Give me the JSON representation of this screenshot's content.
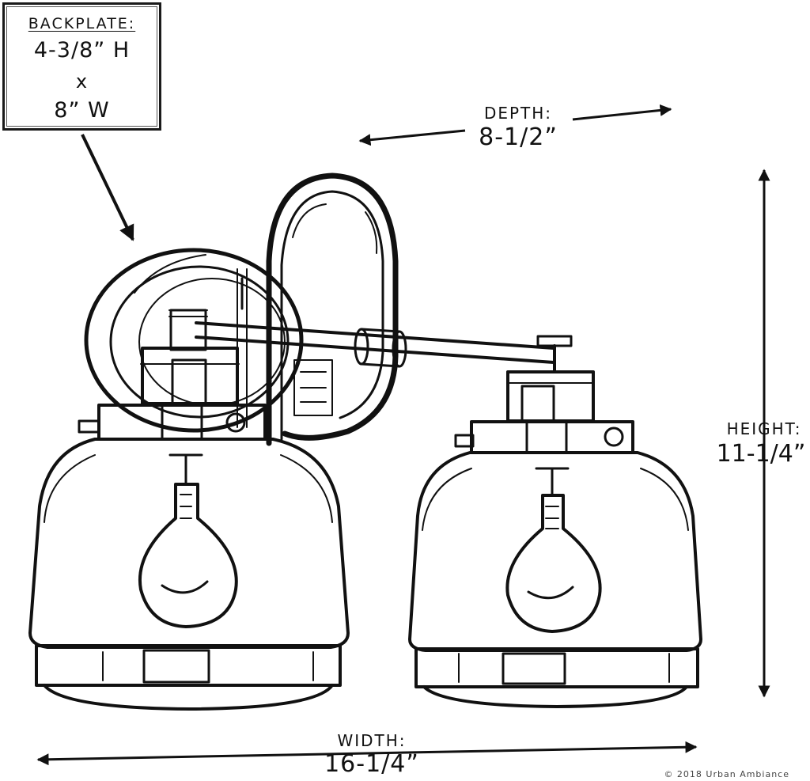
{
  "backplate": {
    "title": "BACKPLATE:",
    "height_value": "4-3/8” H",
    "times": "x",
    "width_value": "8” W"
  },
  "depth": {
    "label": "DEPTH:",
    "value": "8-1/2”"
  },
  "height": {
    "label": "HEIGHT:",
    "value": "11-1/4”"
  },
  "width": {
    "label": "WIDTH:",
    "value": "16-1/4”"
  },
  "copyright": "© 2018 Urban Ambiance",
  "line_color": "#111111"
}
